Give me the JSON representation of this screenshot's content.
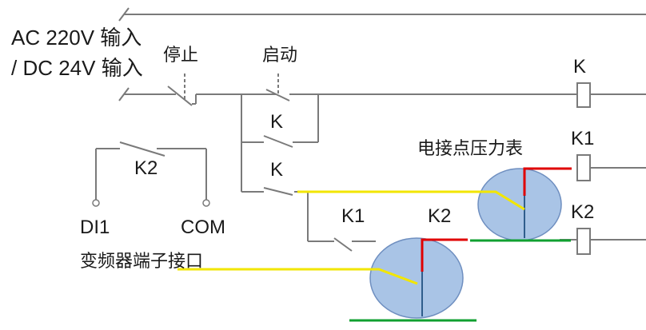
{
  "supply": {
    "line1": "AC 220V 输入",
    "line2": "/ DC 24V 输入"
  },
  "switches": {
    "stop": "停止",
    "start": "启动",
    "k_hold": "K",
    "k_second": "K",
    "k2_contact": "K2",
    "k1_contact": "K1",
    "k2_lower": "K2"
  },
  "terminals": {
    "di1": "DI1",
    "com": "COM",
    "inverter": "变频器端子接口"
  },
  "gauge": {
    "label": "电接点压力表"
  },
  "coils": {
    "k": "K",
    "k1": "K1",
    "k2": "K2"
  },
  "colors": {
    "wire": "#7a7a7a",
    "gauge_fill": "#a9c4e6",
    "gauge_stroke": "#6f8fc0",
    "pointer": "#2f5d8c",
    "signal_yellow": "#f2e600",
    "contact_red": "#e00000",
    "contact_green": "#10a030"
  }
}
